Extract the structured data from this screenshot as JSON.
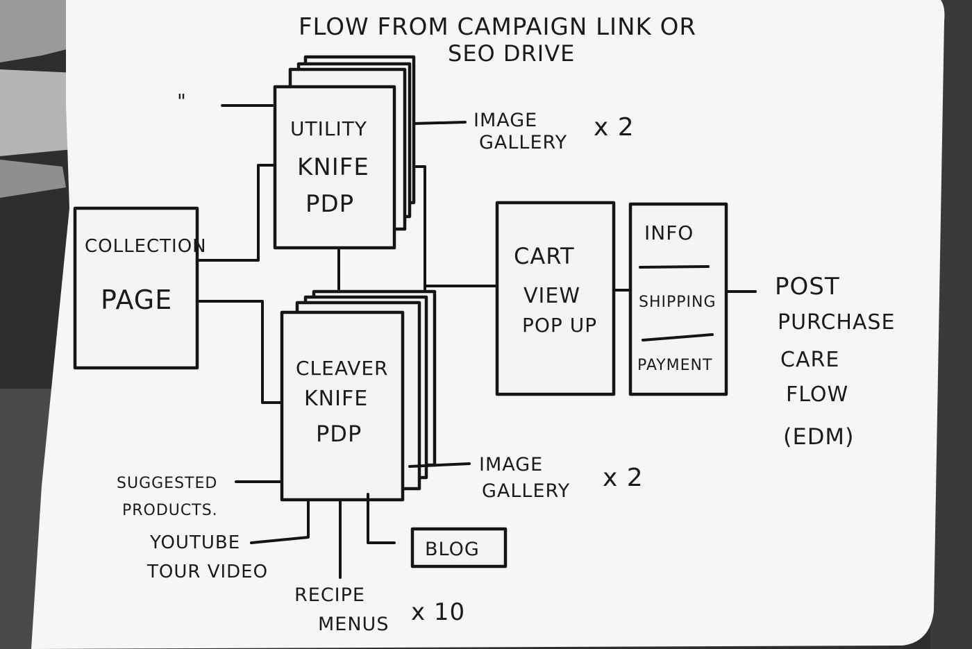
{
  "title_line1": "FLOW FROM CAMPAIGN LINK OR",
  "title_line2": "SEO DRIVE",
  "ditto_mark": "\"",
  "collection": {
    "line1": "COLLECTION",
    "line2": "PAGE"
  },
  "utility_pdp": {
    "line1": "UTILITY",
    "line2": "KNIFE",
    "line3": "PDP"
  },
  "cleaver_pdp": {
    "line1": "CLEAVER",
    "line2": "KNIFE",
    "line3": "PDP"
  },
  "gallery_top": {
    "line1": "IMAGE",
    "line2": "GALLERY",
    "count": "x 2"
  },
  "gallery_bottom": {
    "line1": "IMAGE",
    "line2": "GALLERY",
    "count": "x 2"
  },
  "cart": {
    "line1": "CART",
    "line2": "VIEW",
    "line3": "POP UP"
  },
  "checkout": {
    "info": "INFO",
    "shipping": "SHIPPING",
    "payment": "PAYMENT"
  },
  "post_purchase": {
    "line1": "POST",
    "line2": "PURCHASE",
    "line3": "CARE",
    "line4": "FLOW",
    "line5": "(EDM)"
  },
  "suggested": {
    "line1": "SUGGESTED",
    "line2": "PRODUCTS."
  },
  "youtube": {
    "line1": "YOUTUBE",
    "line2": "TOUR VIDEO"
  },
  "recipe": {
    "line1": "RECIPE",
    "line2": "MENUS",
    "count": "x 10"
  },
  "blog": "BLOG"
}
